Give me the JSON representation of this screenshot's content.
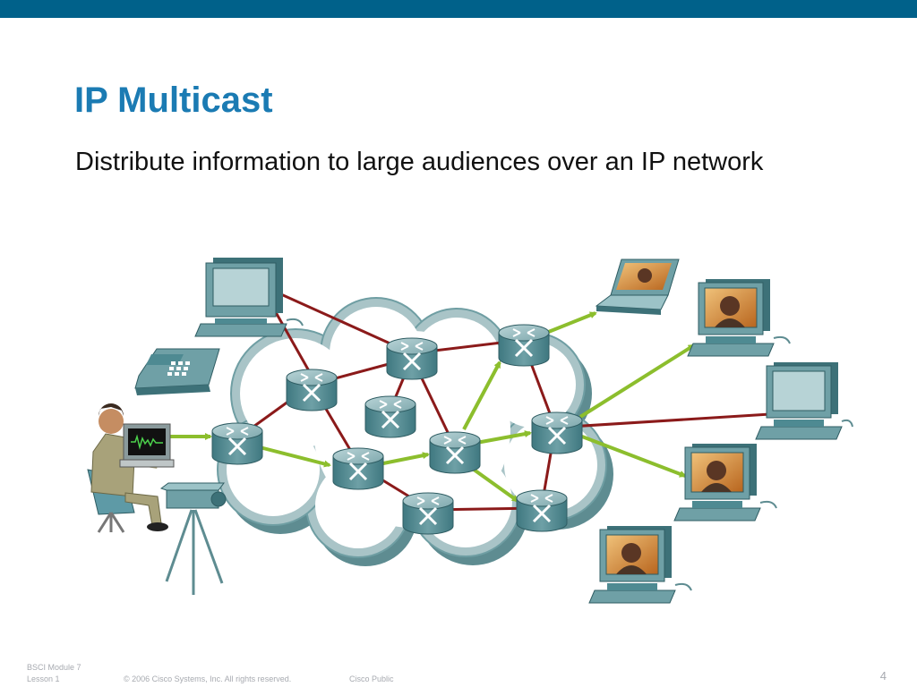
{
  "slide": {
    "title": "IP Multicast",
    "bullet": "Distribute information to large audiences over an IP network"
  },
  "footer": {
    "module": "BSCI Module 7",
    "lesson": "Lesson 1",
    "copyright": "© 2006 Cisco Systems, Inc. All rights reserved.",
    "classification": "Cisco Public",
    "page_number": "4"
  },
  "diagram": {
    "icons": [
      "router-icon",
      "pc-icon",
      "laptop-icon",
      "ip-phone-icon",
      "video-camera-icon",
      "presenter-icon"
    ]
  },
  "colors": {
    "brand_bar": "#00618a",
    "title": "#1b7bb3",
    "multicast_link": "#8cbe2d",
    "network_link": "#8b1a1a",
    "router": "#4e8a92",
    "cloud": "#a7c2c5"
  }
}
